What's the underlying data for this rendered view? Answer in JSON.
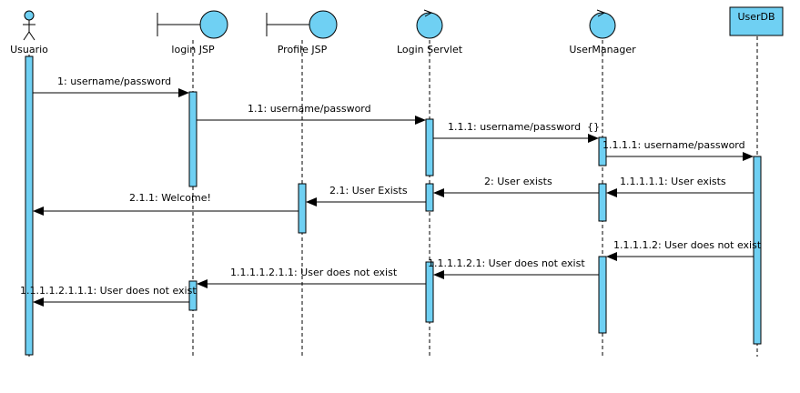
{
  "diagram": {
    "participants": [
      {
        "id": "usuario",
        "name": "Usuario",
        "kind": "actor"
      },
      {
        "id": "login_jsp",
        "name": "login JSP",
        "kind": "boundary"
      },
      {
        "id": "profile_jsp",
        "name": "Profile JSP",
        "kind": "boundary"
      },
      {
        "id": "login_servlet",
        "name": "Login Servlet",
        "kind": "control"
      },
      {
        "id": "user_manager",
        "name": "UserManager",
        "kind": "control"
      },
      {
        "id": "user_db",
        "name": "UserDB",
        "kind": "entity"
      }
    ],
    "messages": [
      {
        "label": "1: username/password",
        "from": "usuario",
        "to": "login_jsp"
      },
      {
        "label": "1.1: username/password",
        "from": "login_jsp",
        "to": "login_servlet"
      },
      {
        "label": "1.1.1: username/password",
        "from": "login_servlet",
        "to": "user_manager"
      },
      {
        "label": "1.1.1.1: username/password",
        "from": "user_manager",
        "to": "user_db"
      },
      {
        "label": "1.1.1.1.1: User exists",
        "from": "user_db",
        "to": "user_manager"
      },
      {
        "label": "2: User exists",
        "from": "user_manager",
        "to": "login_servlet"
      },
      {
        "label": "2.1: User Exists",
        "from": "login_servlet",
        "to": "profile_jsp"
      },
      {
        "label": "2.1.1: Welcome!",
        "from": "profile_jsp",
        "to": "usuario"
      },
      {
        "label": "1.1.1.1.2: User does not exist",
        "from": "user_db",
        "to": "user_manager"
      },
      {
        "label": "1.1.1.1.2.1: User does not exist",
        "from": "user_manager",
        "to": "login_servlet"
      },
      {
        "label": "1.1.1.1.2.1.1: User does not exist",
        "from": "login_servlet",
        "to": "login_jsp"
      },
      {
        "label": "1.1.1.1.2.1.1.1: User does not exist",
        "from": "login_jsp",
        "to": "usuario"
      }
    ],
    "guard": "{}"
  }
}
